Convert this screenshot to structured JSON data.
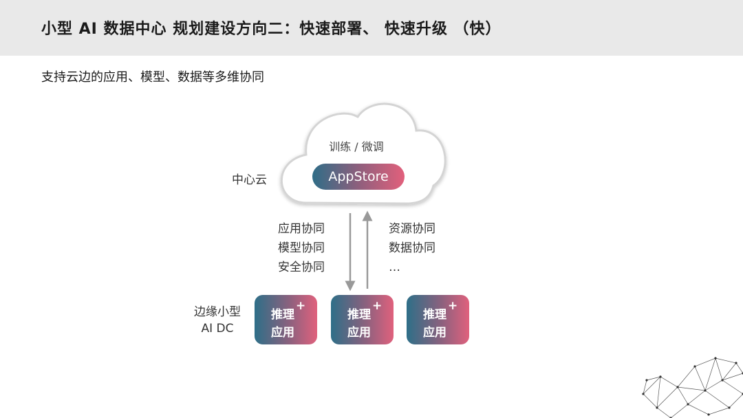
{
  "header": {
    "title": "小型 AI 数据中心 规划建设方向二：快速部署、 快速升级 （快）"
  },
  "subtitle": "支持云边的应用、模型、数据等多维协同",
  "diagram": {
    "cloud_label": "中心云",
    "cloud_top_text": "训练 / 微调",
    "appstore_label": "AppStore",
    "sync_left": [
      "应用协同",
      "模型协同",
      "安全协同"
    ],
    "sync_right": [
      "资源协同",
      "数据协同",
      "…"
    ],
    "edge_label_line1": "边缘小型",
    "edge_label_line2": "AI DC",
    "nodes": [
      {
        "line1": "推理",
        "plus": "+",
        "line2": "应用"
      },
      {
        "line1": "推理",
        "plus": "+",
        "line2": "应用"
      },
      {
        "line1": "推理",
        "plus": "+",
        "line2": "应用"
      }
    ]
  },
  "colors": {
    "header_bg": "#e9e9e9",
    "gradient_start": "#2f6d87",
    "gradient_end": "#e2607c",
    "arrow": "#999999",
    "cloud_stroke": "#d4d4d4"
  }
}
